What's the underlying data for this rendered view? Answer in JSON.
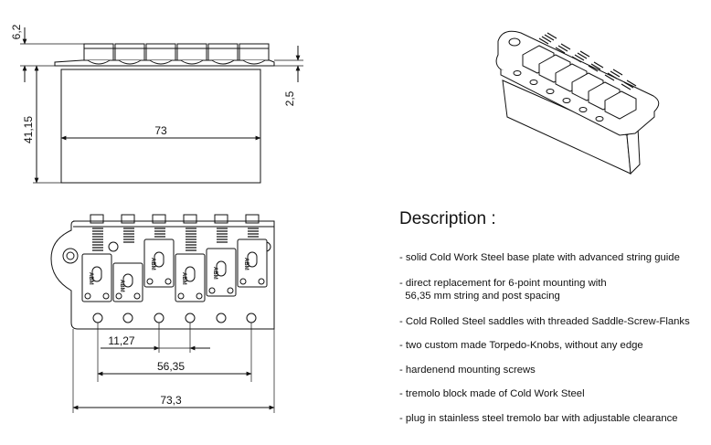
{
  "dimensions": {
    "top_height": "6,2",
    "body_height": "41,15",
    "plate_thickness": "2,5",
    "block_width": "73",
    "screw_offset": "11,27",
    "string_spacing": "56,35",
    "overall_width": "73,3"
  },
  "saddle_stamp": "ABM",
  "description": {
    "title": "Description :",
    "items": [
      "- solid Cold Work Steel base plate with advanced string guide",
      "- direct replacement for 6-point mounting with\n  56,35 mm string and post spacing",
      "- Cold Rolled Steel saddles with threaded Saddle-Screw-Flanks",
      "- two custom made Torpedo-Knobs, without any edge",
      "- hardenend mounting screws",
      "- tremolo block made of Cold Work Steel",
      "- plug in stainless steel tremolo bar with adjustable clearance"
    ]
  }
}
